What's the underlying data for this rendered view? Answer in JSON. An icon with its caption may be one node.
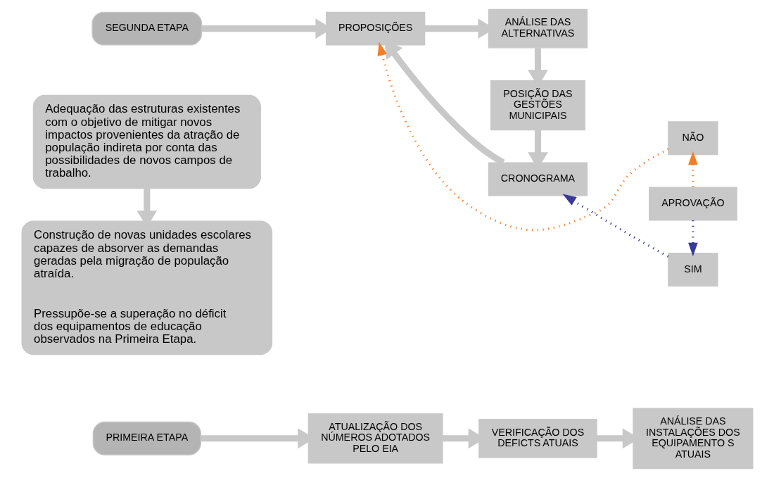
{
  "diagram": {
    "nodes": [
      {
        "text": [
          "PRIMEIRA ETAPA"
        ]
      },
      {
        "text": [
          "ATUALIZAÇÃO DOS NÚMEROS ADOTADOS PELO EIA"
        ]
      },
      {
        "text": [
          "VERIFICAÇÃO DOS DEFICTS ATUAIS"
        ]
      },
      {
        "text": [
          "ANÁLISE DAS INSTALAÇÕES DOS EQUIPAMENTO S ATUAIS"
        ]
      },
      {
        "text": [
          "Adequação das estruturas existentes com o objetivo de mitigar novos impactos provenientes da atração de população indireta por conta das possibilidades de novos campos de trabalho."
        ]
      },
      {
        "text": [
          "SEGUNDA ETAPA"
        ]
      },
      {
        "text": [
          "PROPOSIÇÕES"
        ]
      },
      {
        "text": [
          "ANÁLISE DAS ALTERNATIVAS"
        ]
      },
      {
        "text": [
          "POSIÇÃO DAS GESTÕES MUNICIPAIS"
        ]
      },
      {
        "text": [
          "CRONOGRAMA"
        ]
      },
      {
        "text": [
          "NÃO"
        ]
      },
      {
        "text": [
          "APROVAÇÃO"
        ]
      },
      {
        "text": [
          "SIM"
        ]
      },
      {
        "text": [
          "Construção de novas unidades escolares capazes de absorver as demandas geradas pela migração de população atraída.",
          "Pressupõe-se a superação no déficit dos equipamentos de educação observados na Primeira Etapa."
        ]
      }
    ],
    "edges": [
      {
        "from": 0,
        "to": 1,
        "arrow": "to"
      },
      {
        "from": 1,
        "to": 2,
        "arrow": "to"
      },
      {
        "from": 2,
        "to": 3,
        "arrow": "to"
      },
      {
        "from": 4,
        "to": 13,
        "arrow": "to"
      },
      {
        "from": 5,
        "to": 6,
        "arrow": "to"
      },
      {
        "from": 6,
        "to": 7,
        "arrow": "to"
      },
      {
        "from": 7,
        "to": 8,
        "arrow": "to"
      },
      {
        "from": 8,
        "to": 9,
        "arrow": "to"
      },
      {
        "from": 9,
        "to": 6,
        "arrow": "to"
      },
      {
        "from": 11,
        "to": 10,
        "arrow": "to",
        "style": "dashed",
        "color": "#f07f2a"
      },
      {
        "from": 10,
        "to": 6,
        "arrow": "to",
        "style": "dashed",
        "color": "#f07f2a"
      },
      {
        "from": 11,
        "to": 12,
        "arrow": "to",
        "style": "dashed",
        "color": "#3a3a9a"
      },
      {
        "from": 12,
        "to": 9,
        "arrow": "to",
        "style": "dashed",
        "color": "#3a3a9a"
      }
    ]
  }
}
